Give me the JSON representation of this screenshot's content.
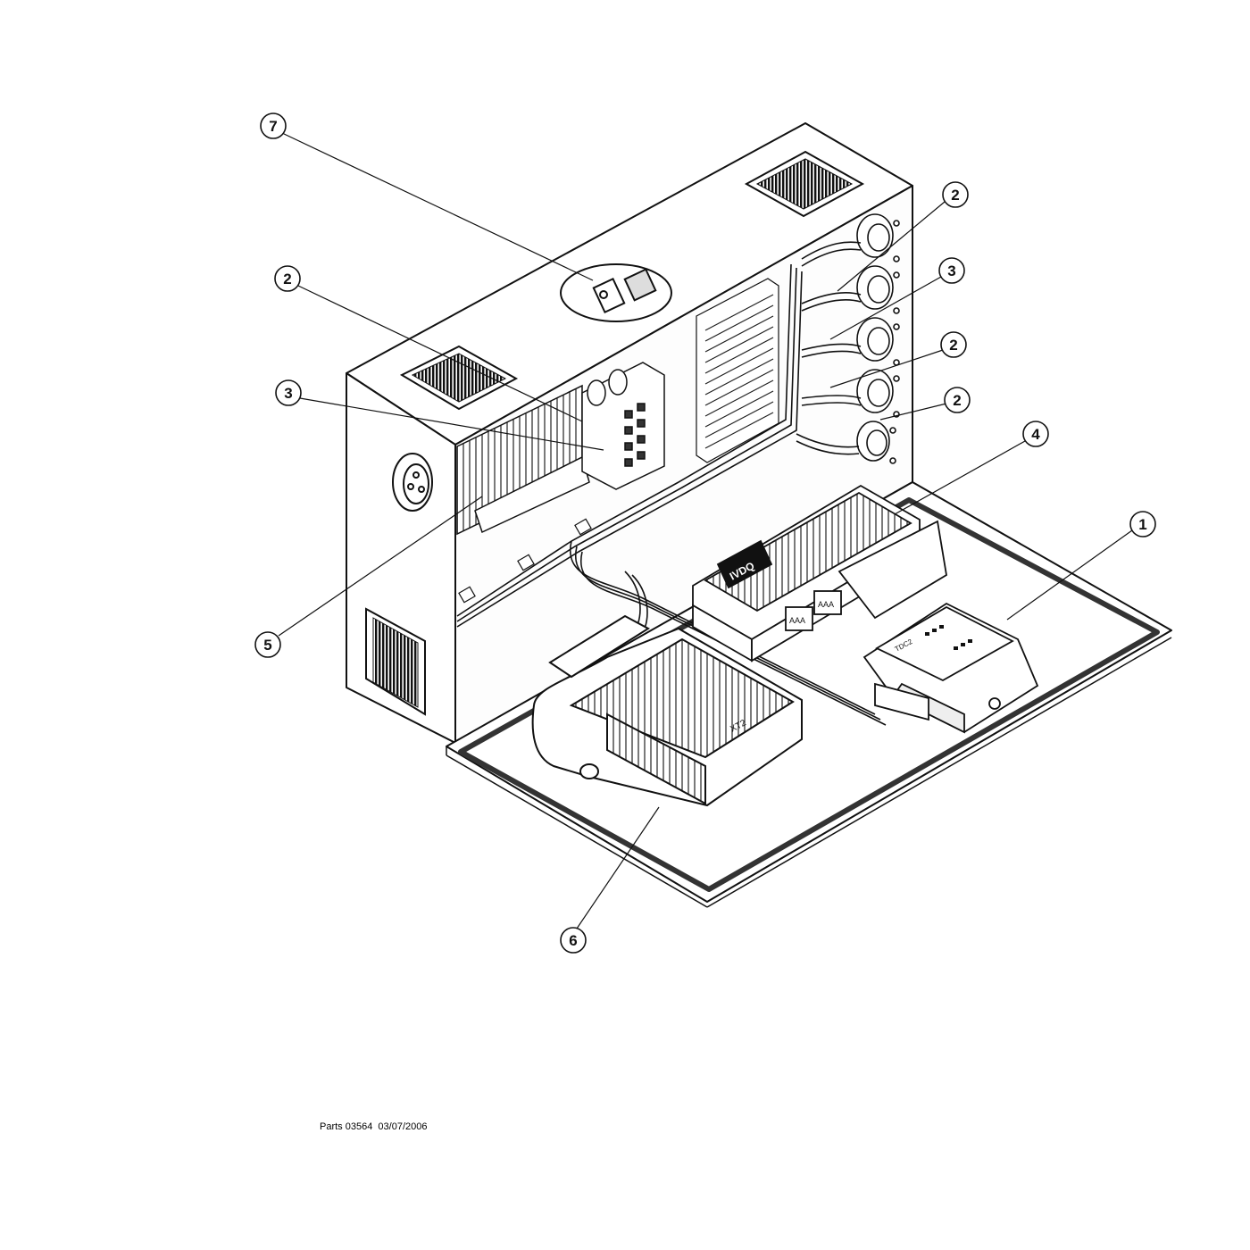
{
  "footer": {
    "caption": "Parts 03564  03/07/2006"
  },
  "callouts": [
    {
      "id": "callout-1",
      "label": "1"
    },
    {
      "id": "callout-2a",
      "label": "2"
    },
    {
      "id": "callout-2b",
      "label": "2"
    },
    {
      "id": "callout-2c",
      "label": "2"
    },
    {
      "id": "callout-2d",
      "label": "2"
    },
    {
      "id": "callout-3a",
      "label": "3"
    },
    {
      "id": "callout-3b",
      "label": "3"
    },
    {
      "id": "callout-4",
      "label": "4"
    },
    {
      "id": "callout-5",
      "label": "5"
    },
    {
      "id": "callout-6",
      "label": "6"
    },
    {
      "id": "callout-7",
      "label": "7"
    }
  ],
  "component_labels": {
    "xt2": "XT2",
    "tdc": "TDC2",
    "ivdq": "IVDQ"
  }
}
